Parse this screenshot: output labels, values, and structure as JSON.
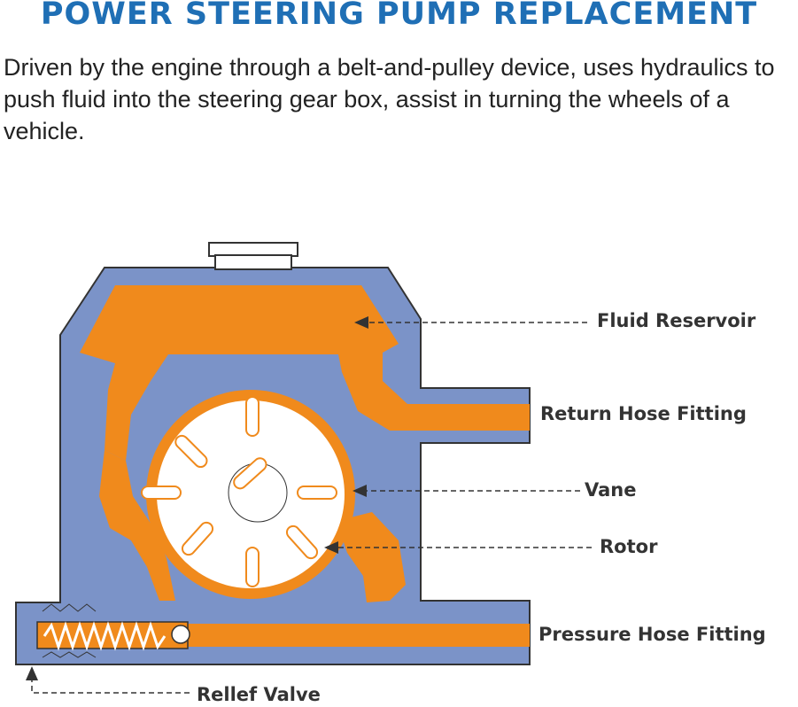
{
  "title": "POWER STEERING PUMP REPLACEMENT",
  "description": "Driven by the engine through a belt-and-pulley device, uses hydraulics to push fluid into the steering gear box, assist in turning the wheels of a vehicle.",
  "labels": {
    "fluid_reservoir": "Fluid Reservoir",
    "return_hose_fitting": "Return Hose Fitting",
    "vane": "Vane",
    "rotor": "Rotor",
    "pressure_hose_fitting": "Pressure Hose Fitting",
    "relief_valve": "Rellef Valve"
  },
  "colors": {
    "casing": "#7b93c8",
    "fluid": "#f08a1c",
    "rotor": "#ffffff",
    "outline": "#333333",
    "title": "#1f6fb5"
  }
}
